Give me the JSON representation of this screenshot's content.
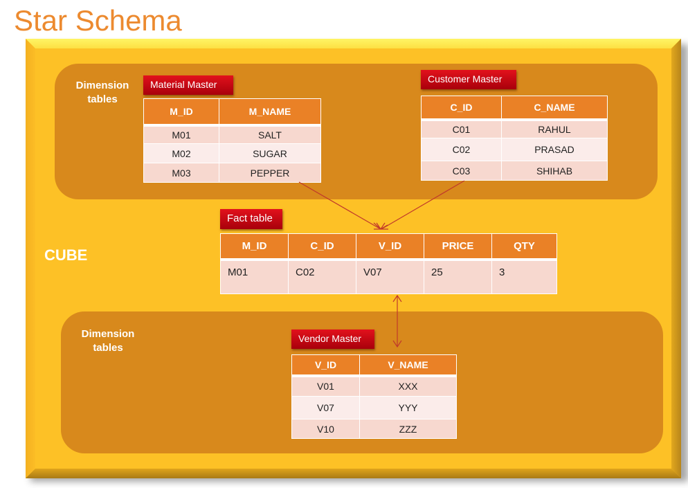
{
  "title": "Star Schema",
  "cube": {
    "label": "CUBE",
    "colors": {
      "frame": "#fdc126",
      "panel": "#d8891c",
      "header": "#ea8126",
      "tag": "#c8000f",
      "title": "#ec8a2f",
      "arrow": "#c0392b"
    }
  },
  "top_panel": {
    "label_line1": "Dimension",
    "label_line2": "tables",
    "material_master": {
      "tag": "Material Master",
      "columns": [
        "M_ID",
        "M_NAME"
      ],
      "rows": [
        [
          "M01",
          "SALT"
        ],
        [
          "M02",
          "SUGAR"
        ],
        [
          "M03",
          "PEPPER"
        ]
      ]
    },
    "customer_master": {
      "tag": "Customer Master",
      "columns": [
        "C_ID",
        "C_NAME"
      ],
      "rows": [
        [
          "C01",
          "RAHUL"
        ],
        [
          "C02",
          "PRASAD"
        ],
        [
          "C03",
          "SHIHAB"
        ]
      ]
    }
  },
  "fact": {
    "tag": "Fact table",
    "columns": [
      "M_ID",
      "C_ID",
      "V_ID",
      "PRICE",
      "QTY"
    ],
    "rows": [
      [
        "M01",
        "C02",
        "V07",
        "25",
        "3"
      ]
    ]
  },
  "bottom_panel": {
    "label_line1": "Dimension",
    "label_line2": "tables",
    "vendor_master": {
      "tag": "Vendor Master",
      "columns": [
        "V_ID",
        "V_NAME"
      ],
      "rows": [
        [
          "V01",
          "XXX"
        ],
        [
          "V07",
          "YYY"
        ],
        [
          "V10",
          "ZZZ"
        ]
      ]
    }
  }
}
